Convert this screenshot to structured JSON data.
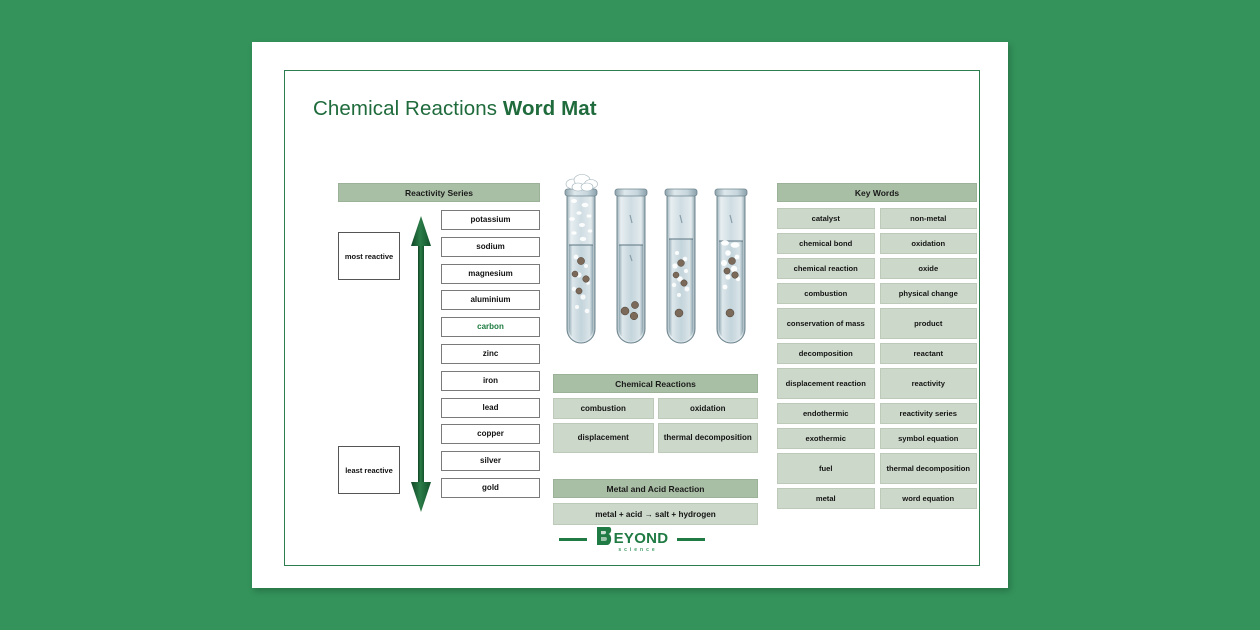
{
  "document": {
    "title_regular": "Chemical Reactions ",
    "title_bold": "Word Mat"
  },
  "reactivity_series": {
    "header": "Reactivity Series",
    "most_reactive_label": "most reactive",
    "least_reactive_label": "least reactive",
    "arrow_icon": "double-headed-vertical-arrow",
    "metals": [
      {
        "name": "potassium",
        "highlight": false
      },
      {
        "name": "sodium",
        "highlight": false
      },
      {
        "name": "magnesium",
        "highlight": false
      },
      {
        "name": "aluminium",
        "highlight": false
      },
      {
        "name": "carbon",
        "highlight": true
      },
      {
        "name": "zinc",
        "highlight": false
      },
      {
        "name": "iron",
        "highlight": false
      },
      {
        "name": "lead",
        "highlight": false
      },
      {
        "name": "copper",
        "highlight": false
      },
      {
        "name": "silver",
        "highlight": false
      },
      {
        "name": "gold",
        "highlight": false
      }
    ]
  },
  "illustration": {
    "name": "four-test-tubes-reacting",
    "tube_count": 4
  },
  "chemical_reactions": {
    "header": "Chemical Reactions",
    "cells": [
      "combustion",
      "oxidation",
      "displacement",
      "thermal decomposition"
    ]
  },
  "metal_and_acid": {
    "header": "Metal and Acid Reaction",
    "equation": "metal + acid → salt + hydrogen"
  },
  "key_words": {
    "header": "Key Words",
    "left_column": [
      "catalyst",
      "chemical bond",
      "chemical reaction",
      "combustion",
      "conservation of mass",
      "decomposition",
      "displacement reaction",
      "endothermic",
      "exothermic",
      "fuel",
      "metal"
    ],
    "right_column": [
      "non-metal",
      "oxidation",
      "oxide",
      "physical change",
      "product",
      "reactant",
      "reactivity",
      "reactivity series",
      "symbol equation",
      "thermal decomposition",
      "word equation"
    ]
  },
  "logo": {
    "word": "EYOND",
    "subtitle": "science"
  },
  "colors": {
    "page_background": "#33935a",
    "title_green": "#1f6b3c",
    "header_band": "#a9bfa5",
    "cell_fill": "#ccd8c9",
    "arrow_green": "#1d5c33",
    "highlight_green": "#1b7a3e"
  }
}
